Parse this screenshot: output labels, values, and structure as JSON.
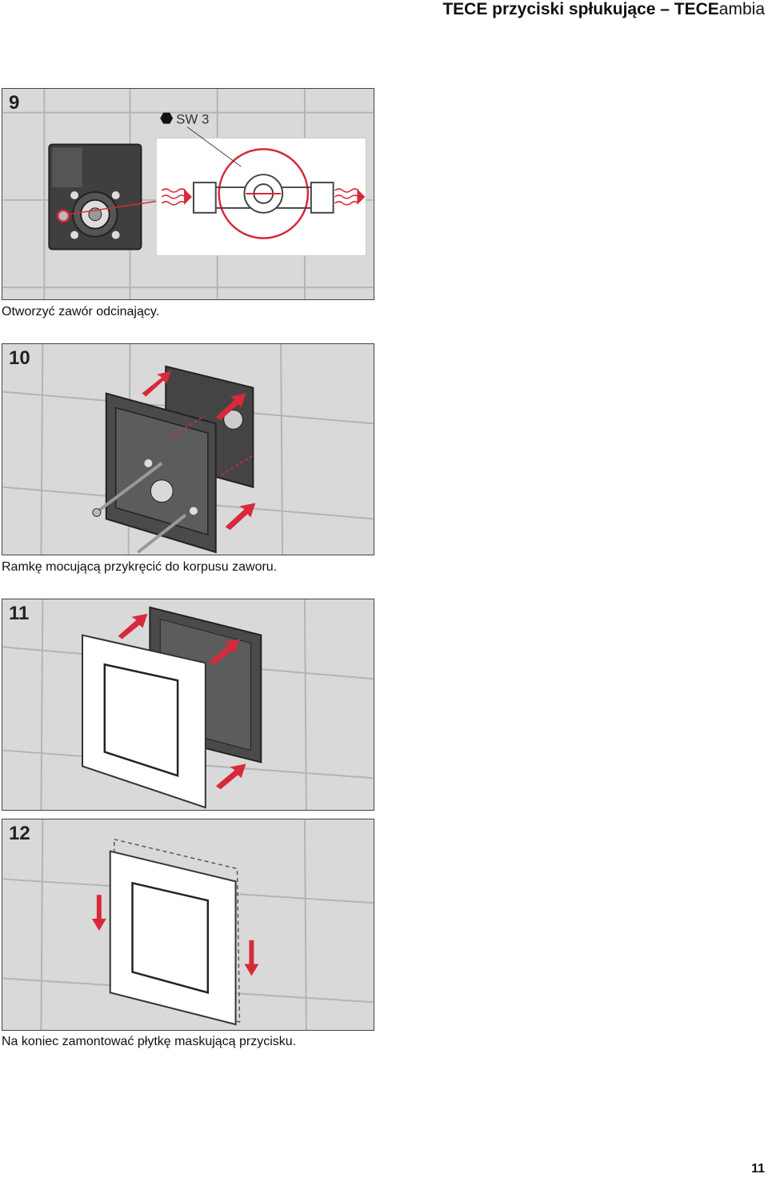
{
  "header": {
    "brand_bold": "TECE przyciski spłukujące – TECE",
    "brand_light": "ambia"
  },
  "steps": [
    {
      "number": "9",
      "caption": "Otworzyć zawór odcinający.",
      "tool_label": "SW 3"
    },
    {
      "number": "10",
      "caption": "Ramkę mocującą przykręcić do korpusu zaworu."
    },
    {
      "number": "11",
      "caption": ""
    },
    {
      "number": "12",
      "caption": "Na koniec zamontować płytkę maskującą przycisku."
    }
  ],
  "colors": {
    "accent": "#d8293a",
    "wall": "#d9d9d9",
    "grout": "#b4b4b4",
    "frame": "#4a4a4a"
  },
  "page_number": "11"
}
